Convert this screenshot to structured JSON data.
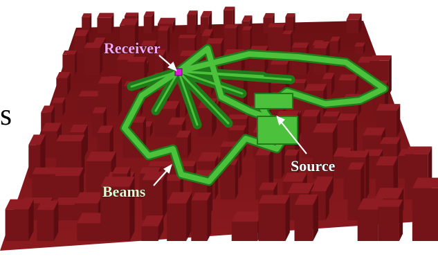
{
  "labels": {
    "receiver": "Receiver",
    "source": "Source",
    "beams": "Beams",
    "edge_fragment": "s"
  },
  "colors": {
    "background": "#ffffff",
    "ground": "#7a1418",
    "building_top": "#8e1c22",
    "building_side_light": "#741318",
    "building_side_dark": "#5a0c10",
    "beam_fill": "#4cc23c",
    "beam_edge": "#1f7a1a",
    "receiver_marker": "#d81ad8",
    "receiver_label": "#f6a6f0",
    "source_label": "#ffffff",
    "beams_label": "#e6f7cf"
  }
}
